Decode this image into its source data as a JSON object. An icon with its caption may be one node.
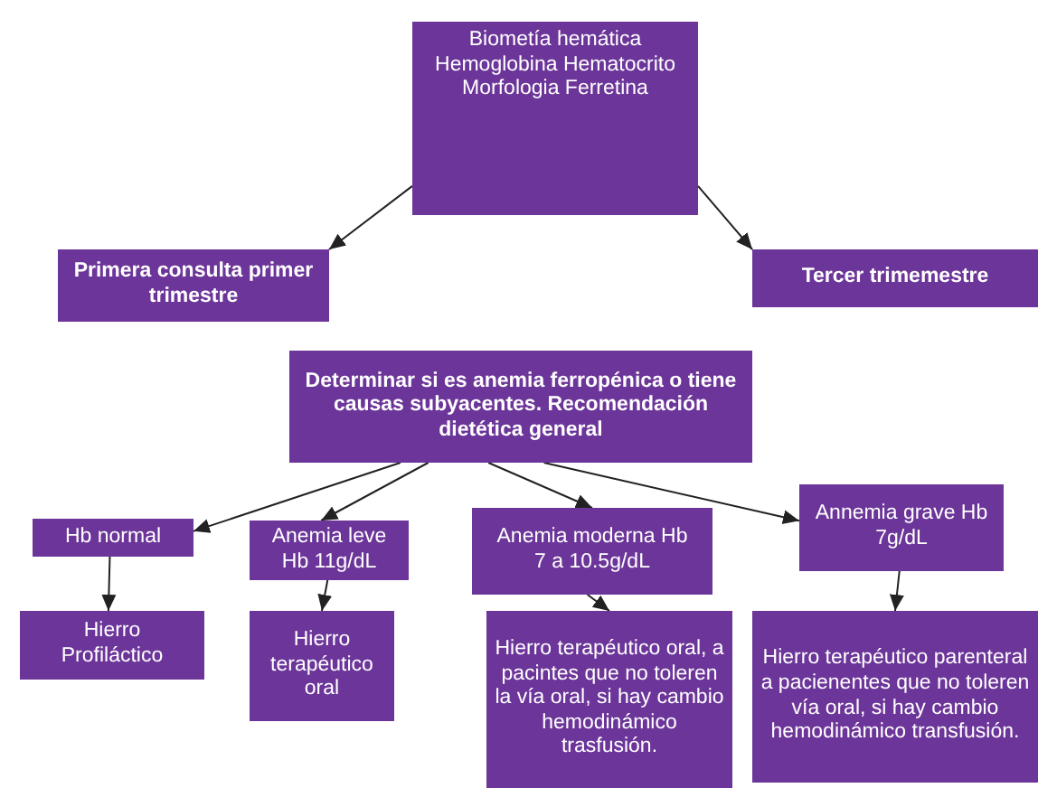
{
  "diagram": {
    "nodes": [
      {
        "text": [
          "Biometía hemática Hemoglobina Hematocrito Morfologia Ferretina"
        ]
      },
      {
        "text": [
          "Primera consulta primer trimestre"
        ]
      },
      {
        "text": [
          "Tercer  trimemestre"
        ]
      },
      {
        "text": [
          "Determinar si es anemia ferropénica o tiene causas subyacentes. Recomendación dietética general"
        ]
      },
      {
        "text": [
          "Hb normal"
        ]
      },
      {
        "text": [
          "Anemia leve Hb 11g/dL"
        ]
      },
      {
        "text": [
          "Anemia moderna Hb 7 a 10.5g/dL"
        ]
      },
      {
        "text": [
          "Annemia grave Hb 7g/dL"
        ]
      },
      {
        "text": [
          "Hierro Profiláctico"
        ]
      },
      {
        "text": [
          "Hierro terapéutico oral"
        ]
      },
      {
        "text": [
          "Hierro terapéutico oral, a pacintes que no toleren la vía oral, si hay cambio hemodinámico trasfusión."
        ]
      },
      {
        "text": [
          "Hierro terapéutico parenteral a pacienentes que no toleren vía oral, si hay cambio hemodinámico transfusión."
        ]
      }
    ],
    "edges": [
      {
        "from": 0,
        "to": 1,
        "arrow": "to"
      },
      {
        "from": 0,
        "to": 2,
        "arrow": "to"
      },
      {
        "from": 3,
        "to": 4,
        "arrow": "to"
      },
      {
        "from": 3,
        "to": 5,
        "arrow": "to"
      },
      {
        "from": 3,
        "to": 6,
        "arrow": "to"
      },
      {
        "from": 3,
        "to": 7,
        "arrow": "to"
      },
      {
        "from": 4,
        "to": 8,
        "arrow": "to"
      },
      {
        "from": 5,
        "to": 9,
        "arrow": "to"
      },
      {
        "from": 6,
        "to": 10,
        "arrow": "to"
      },
      {
        "from": 7,
        "to": 11,
        "arrow": "to"
      }
    ]
  }
}
